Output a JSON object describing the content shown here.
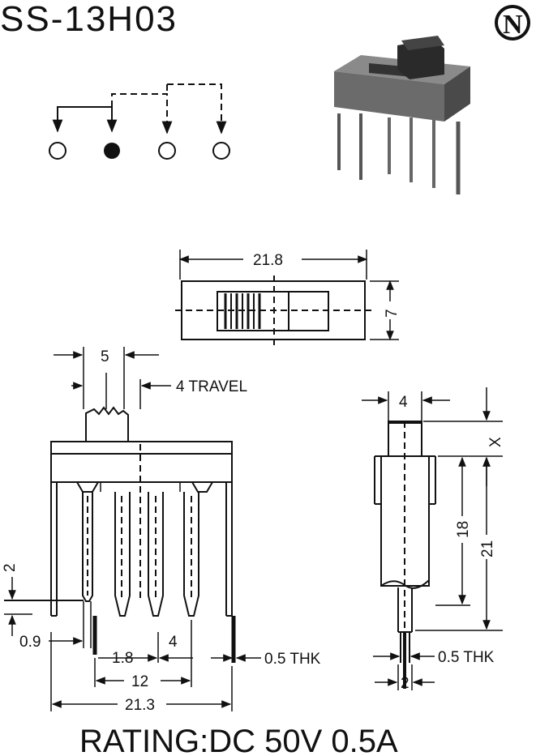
{
  "header": {
    "model": "SS-13H03",
    "logo_letter": "N"
  },
  "schematic": {
    "terminals": [
      {
        "state": "open"
      },
      {
        "state": "common"
      },
      {
        "state": "open"
      },
      {
        "state": "open"
      }
    ]
  },
  "top_view": {
    "width_label": "21.8",
    "height_label": "7"
  },
  "front_view": {
    "actuator_width": "5",
    "travel": "4 TRAVEL",
    "pin_offset": "2",
    "pin_width": "0.9",
    "pin_pitch": "1.8",
    "pin_spacing": "4",
    "bracket_span": "12",
    "overall_width": "21.3",
    "thickness": "0.5 THK"
  },
  "side_view": {
    "actuator_width": "4",
    "x_label": "X",
    "body_height": "18",
    "overall_height": "21",
    "thickness": "0.5 THK",
    "pin_width": "2"
  },
  "footer": {
    "rating": "RATING:DC 50V 0.5A"
  },
  "colors": {
    "ink": "#111111",
    "paper": "#ffffff",
    "photo_body": "#6b6b6b",
    "photo_dark": "#2a2a2a"
  }
}
